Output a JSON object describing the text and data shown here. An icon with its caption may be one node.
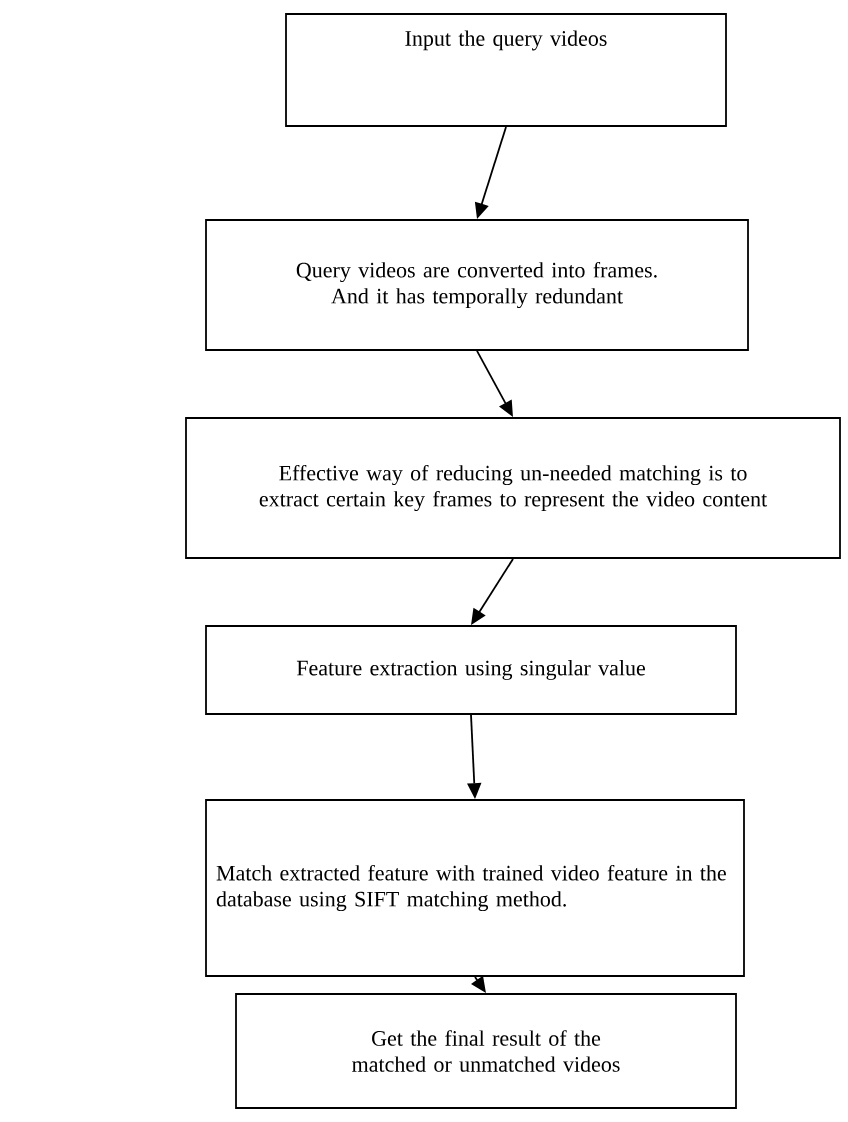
{
  "diagram": {
    "nodes": [
      {
        "text": [
          "Input the query videos"
        ]
      },
      {
        "text": [
          "Query videos are converted into frames. And it has temporally redundant"
        ]
      },
      {
        "text": [
          "Effective way of reducing un-needed matching is to extract certain key frames to represent the video content"
        ]
      },
      {
        "text": [
          "Feature extraction using singular value"
        ]
      },
      {
        "text": [
          "Match extracted feature with trained video feature in the database using SIFT matching method."
        ]
      },
      {
        "text": [
          "Get the final result of the matched or unmatched videos"
        ]
      }
    ],
    "edges": [
      {
        "from": 0,
        "to": 1,
        "arrow": "to"
      },
      {
        "from": 1,
        "to": 2,
        "arrow": "to"
      },
      {
        "from": 2,
        "to": 3,
        "arrow": "to"
      },
      {
        "from": 3,
        "to": 4,
        "arrow": "to"
      },
      {
        "from": 4,
        "to": 5,
        "arrow": "to"
      }
    ]
  }
}
